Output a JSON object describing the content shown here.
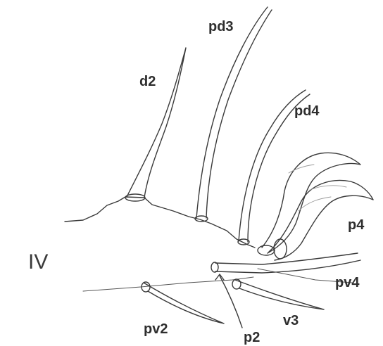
{
  "figure": {
    "segment_label": "IV",
    "setae": {
      "d2": "d2",
      "pd3": "pd3",
      "pd4": "pd4",
      "p4": "p4",
      "pv4": "pv4",
      "pv2": "pv2",
      "p2": "p2",
      "v3": "v3"
    }
  }
}
